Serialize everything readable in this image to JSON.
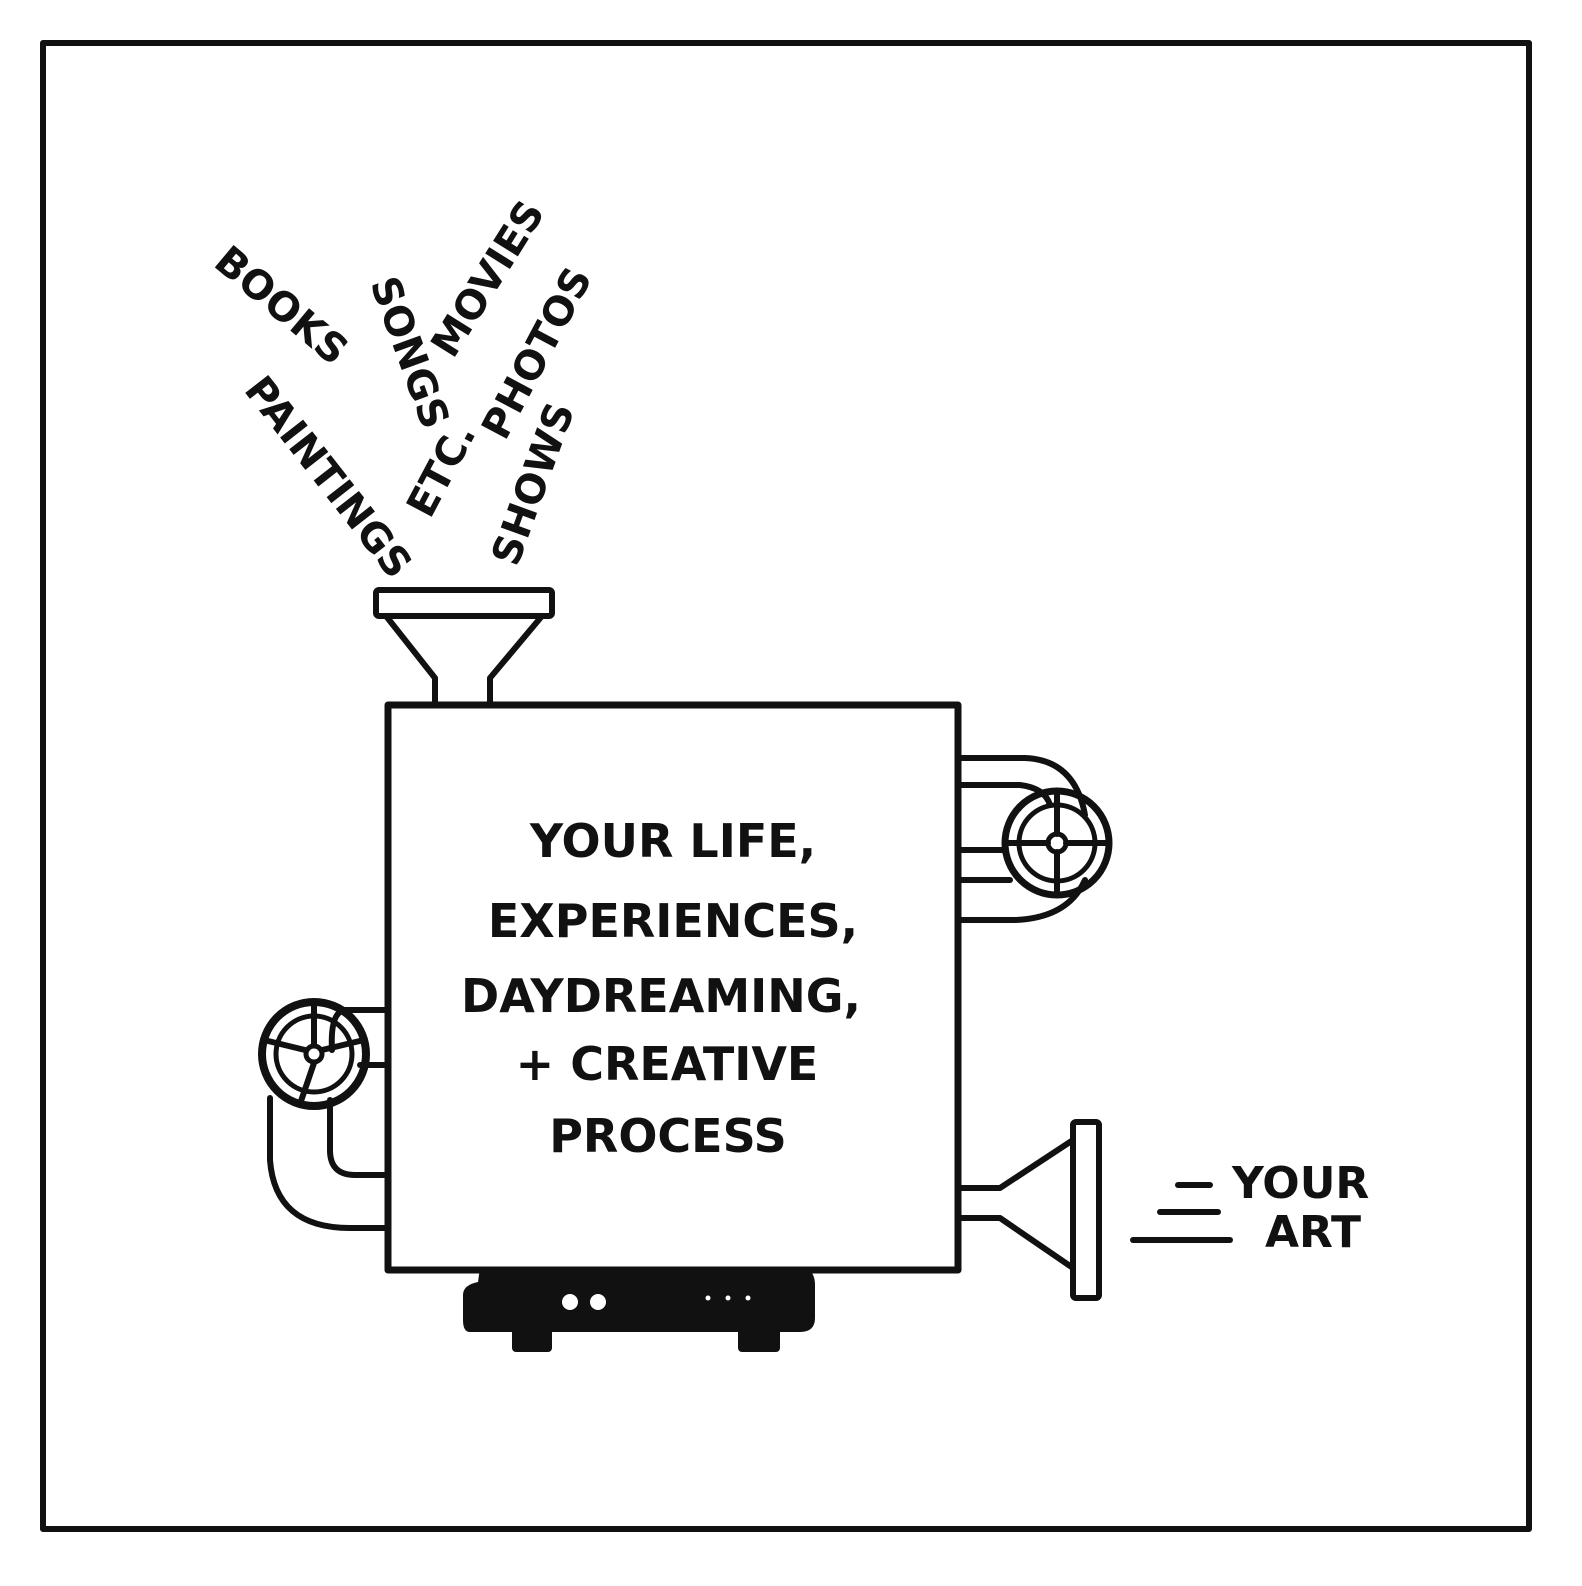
{
  "colors": {
    "ink": "#111111",
    "paper": "#ffffff"
  },
  "inputs": [
    {
      "id": "books",
      "label": "BOOKS"
    },
    {
      "id": "songs",
      "label": "SONGS"
    },
    {
      "id": "movies",
      "label": "MOVIES"
    },
    {
      "id": "paintings",
      "label": "PAINTINGS"
    },
    {
      "id": "etc",
      "label": "ETC."
    },
    {
      "id": "photos",
      "label": "PHOTOS"
    },
    {
      "id": "shows",
      "label": "SHOWS"
    }
  ],
  "machine": {
    "lines": [
      "YOUR LIFE,",
      "EXPERIENCES,",
      "DAYDREAMING,",
      "+ CREATIVE",
      "PROCESS"
    ]
  },
  "output": {
    "lines": [
      "YOUR",
      "ART"
    ]
  },
  "icons": {
    "funnel": "funnel-icon",
    "valve": "valve-wheel-icon",
    "nozzle": "output-nozzle-icon",
    "base": "machine-base-icon"
  }
}
